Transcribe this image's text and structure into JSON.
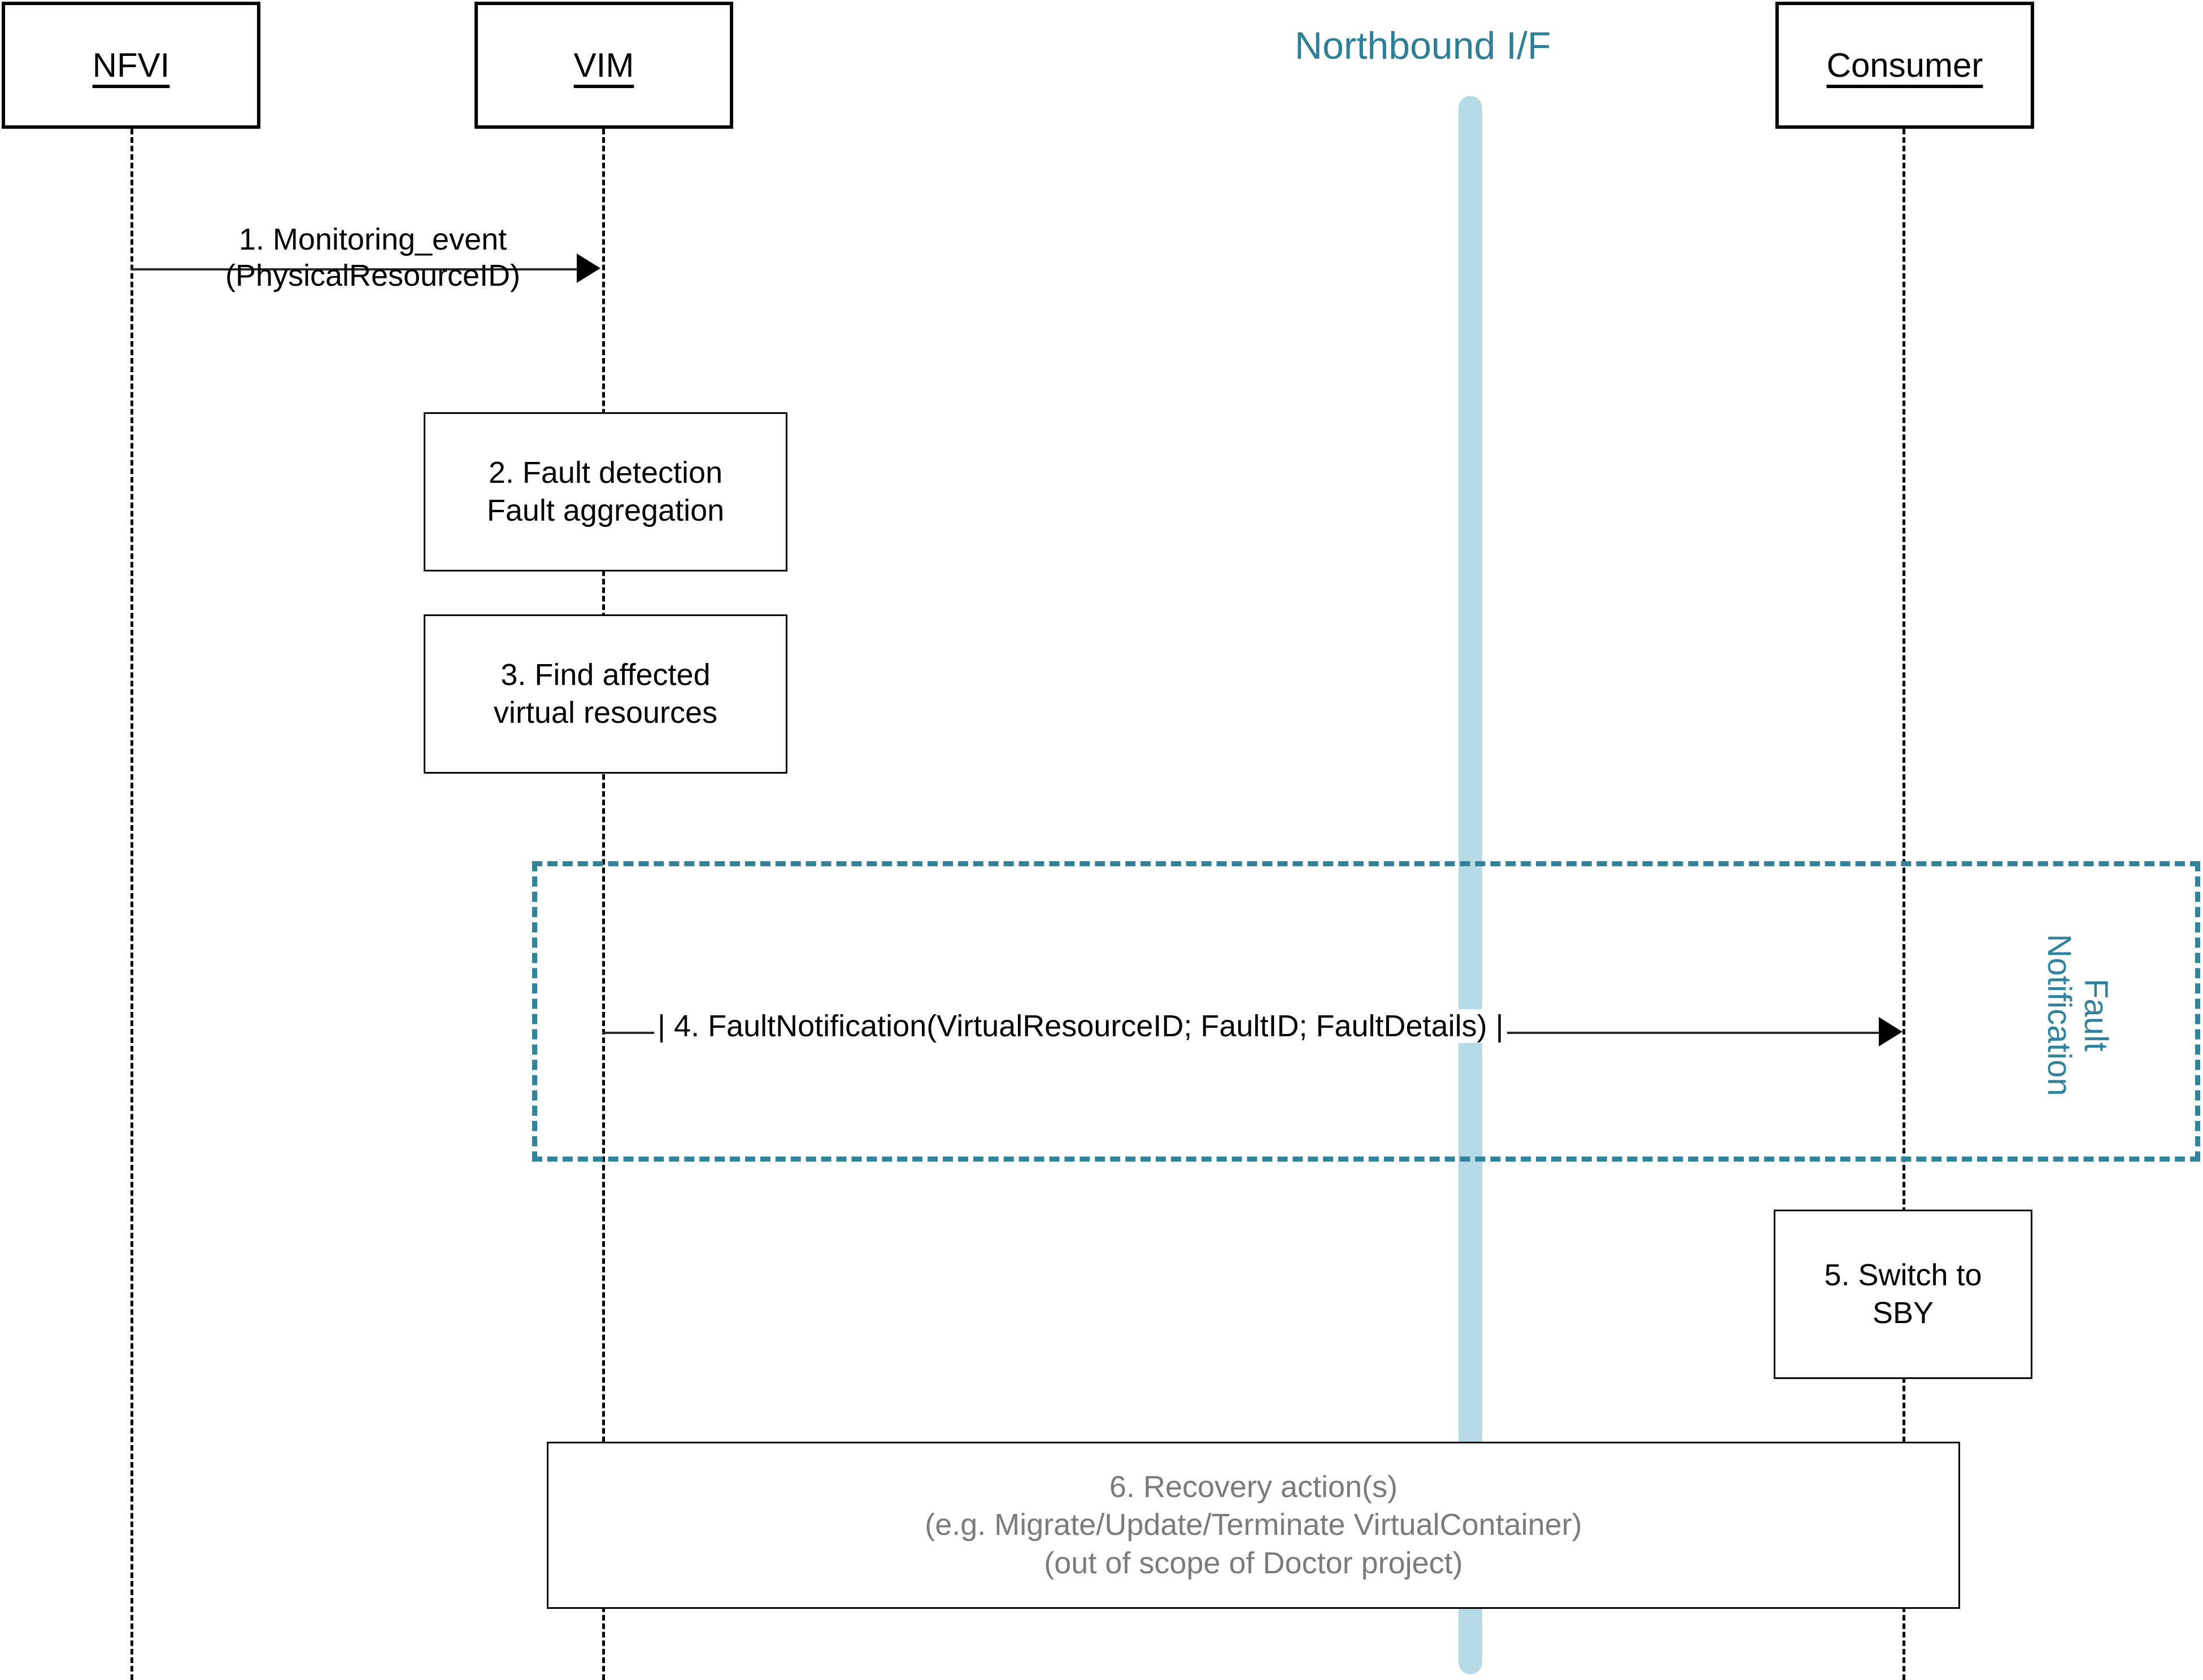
{
  "diagram": {
    "title": "Fault management sequence diagram",
    "colors": {
      "accent_teal": "#31839b",
      "northbound_bar": "#b6dae6",
      "muted_text": "#7b7b7b",
      "line_black": "#000000"
    }
  },
  "lifelines": [
    {
      "id": "nfvi",
      "label": "NFVI"
    },
    {
      "id": "vim",
      "label": "VIM"
    },
    {
      "id": "consumer",
      "label": "Consumer"
    }
  ],
  "northbound": {
    "title": "Northbound I/F"
  },
  "messages": [
    {
      "id": "msg1",
      "line1": "1. Monitoring_event",
      "line2": "(PhysicalResourceID)",
      "from": "NFVI",
      "to": "VIM"
    },
    {
      "id": "msg4",
      "text": "| 4. FaultNotification(VirtualResourceID; FaultID; FaultDetails) |",
      "from": "VIM",
      "to": "Consumer"
    }
  ],
  "activities": [
    {
      "id": "act2",
      "on": "VIM",
      "line1": "2. Fault detection",
      "line2": "Fault aggregation"
    },
    {
      "id": "act3",
      "on": "VIM",
      "line1": "3. Find affected",
      "line2": "virtual resources"
    },
    {
      "id": "act5",
      "on": "Consumer",
      "line1": "5. Switch to",
      "line2": "SBY"
    }
  ],
  "recovery_note": {
    "id": "act6",
    "line1": "6. Recovery action(s)",
    "line2": "(e.g. Migrate/Update/Terminate VirtualContainer)",
    "line3": "(out of scope of Doctor project)"
  },
  "fragment": {
    "id": "fault-notification-fragment",
    "label_line1": "Fault",
    "label_line2": "Notification"
  }
}
